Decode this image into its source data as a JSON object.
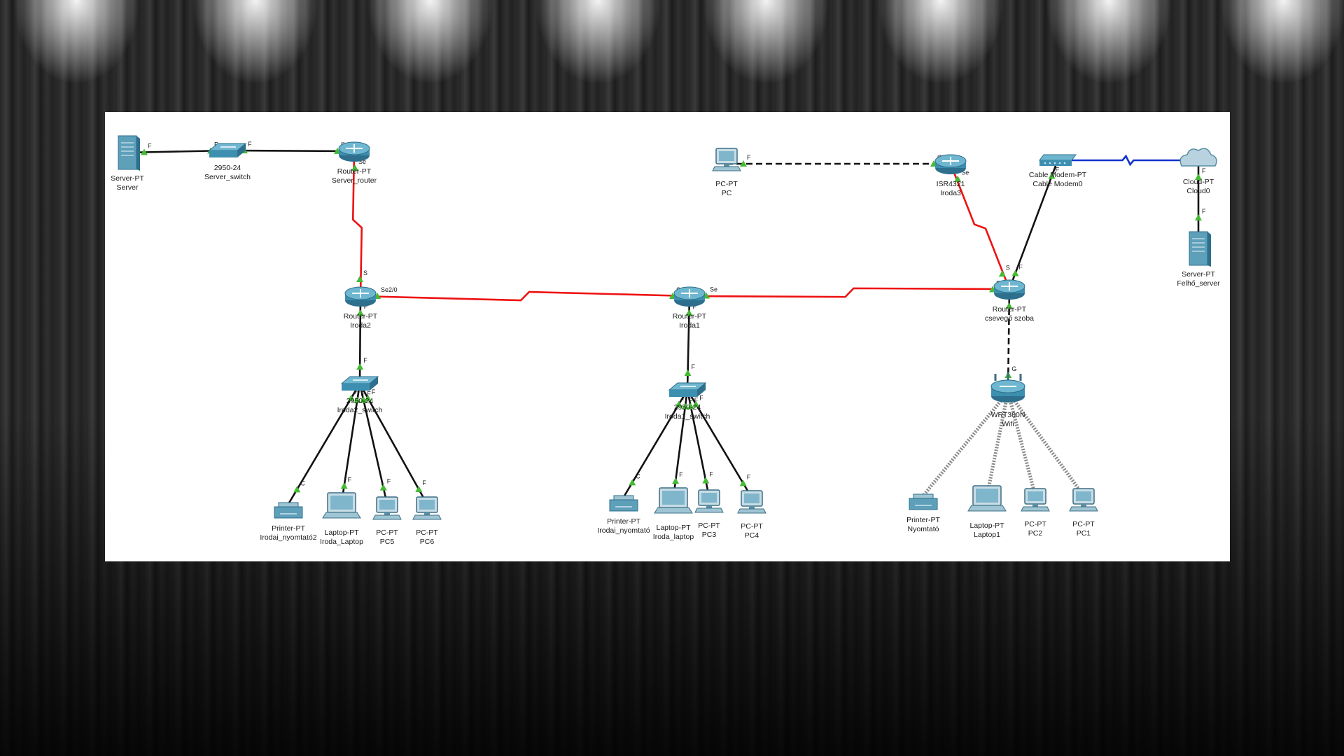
{
  "diagram": {
    "devices": [
      {
        "id": "server",
        "type": "server",
        "model": "Server-PT",
        "name": "Server"
      },
      {
        "id": "srvswitch",
        "type": "switch",
        "model": "2950-24",
        "name": "Server_switch"
      },
      {
        "id": "srvrouter",
        "type": "router",
        "model": "Router-PT",
        "name": "Server_router"
      },
      {
        "id": "pc",
        "type": "pc",
        "model": "PC-PT",
        "name": "PC"
      },
      {
        "id": "iroda3",
        "type": "router",
        "model": "ISR4321",
        "name": "Iroda3"
      },
      {
        "id": "cablemodem",
        "type": "modem",
        "model": "Cable Modem-PT",
        "name": "Cable Modem0"
      },
      {
        "id": "cloud",
        "type": "cloud",
        "model": "Cloud-PT",
        "name": "Cloud0"
      },
      {
        "id": "felhoserver",
        "type": "server",
        "model": "Server-PT",
        "name": "Felhő_server"
      },
      {
        "id": "iroda2",
        "type": "router",
        "model": "Router-PT",
        "name": "Iroda2"
      },
      {
        "id": "iroda1",
        "type": "router",
        "model": "Router-PT",
        "name": "Iroda1"
      },
      {
        "id": "cseveg",
        "type": "router",
        "model": "Router-PT",
        "name": "csevegő szoba"
      },
      {
        "id": "sw2",
        "type": "switch",
        "model": "2950-24",
        "name": "Iroda2_switch"
      },
      {
        "id": "sw1",
        "type": "switch",
        "model": "2950-24",
        "name": "Iroda1_switch"
      },
      {
        "id": "wifi",
        "type": "wifi",
        "model": "WRT300N",
        "name": "Wifi"
      },
      {
        "id": "printer2",
        "type": "printer",
        "model": "Printer-PT",
        "name": "Irodai_nyomtató2"
      },
      {
        "id": "laptop2",
        "type": "laptop",
        "model": "Laptop-PT",
        "name": "Iroda_Laptop"
      },
      {
        "id": "pc5",
        "type": "pc",
        "model": "PC-PT",
        "name": "PC5"
      },
      {
        "id": "pc6",
        "type": "pc",
        "model": "PC-PT",
        "name": "PC6"
      },
      {
        "id": "printer1",
        "type": "printer",
        "model": "Printer-PT",
        "name": "Irodai_nyomtató"
      },
      {
        "id": "laptop1",
        "type": "laptop",
        "model": "Laptop-PT",
        "name": "Iroda_laptop"
      },
      {
        "id": "pc3",
        "type": "pc",
        "model": "PC-PT",
        "name": "PC3"
      },
      {
        "id": "pc4",
        "type": "pc",
        "model": "PC-PT",
        "name": "PC4"
      },
      {
        "id": "nyomtato",
        "type": "printer",
        "model": "Printer-PT",
        "name": "Nyomtató"
      },
      {
        "id": "laptopw",
        "type": "laptop",
        "model": "Laptop-PT",
        "name": "Laptop1"
      },
      {
        "id": "pc2",
        "type": "pc",
        "model": "PC-PT",
        "name": "PC2"
      },
      {
        "id": "pc1",
        "type": "pc",
        "model": "PC-PT",
        "name": "PC1"
      }
    ],
    "links": [
      {
        "from": "server",
        "to": "srvswitch",
        "style": "ethernet",
        "end_labels": [
          "F",
          "F"
        ]
      },
      {
        "from": "srvswitch",
        "to": "srvrouter",
        "style": "ethernet",
        "end_labels": [
          "F",
          "F"
        ]
      },
      {
        "from": "srvrouter",
        "to": "iroda2",
        "style": "serial",
        "end_labels": [
          "Se",
          "S"
        ]
      },
      {
        "from": "iroda2",
        "to": "iroda1",
        "style": "serial",
        "end_labels": [
          "Se2/0",
          "Se2/0"
        ]
      },
      {
        "from": "iroda1",
        "to": "cseveg",
        "style": "serial",
        "end_labels": [
          "Se",
          "S"
        ]
      },
      {
        "from": "pc",
        "to": "iroda3",
        "style": "crossover",
        "end_labels": [
          "F",
          "G"
        ]
      },
      {
        "from": "iroda3",
        "to": "cseveg",
        "style": "serial",
        "end_labels": [
          "Se",
          "S"
        ]
      },
      {
        "from": "cseveg",
        "to": "cablemodem",
        "style": "ethernet",
        "end_labels": [
          "F",
          "F"
        ]
      },
      {
        "from": "cablemodem",
        "to": "cloud",
        "style": "coaxial",
        "end_labels": [
          "",
          ""
        ]
      },
      {
        "from": "cloud",
        "to": "felhoserver",
        "style": "ethernet",
        "end_labels": [
          "F",
          "F"
        ]
      },
      {
        "from": "iroda2",
        "to": "sw2",
        "style": "ethernet",
        "end_labels": [
          "F",
          "F"
        ]
      },
      {
        "from": "iroda1",
        "to": "sw1",
        "style": "ethernet",
        "end_labels": [
          "F",
          "F"
        ]
      },
      {
        "from": "cseveg",
        "to": "wifi",
        "style": "crossover",
        "end_labels": [
          "",
          "G"
        ]
      },
      {
        "from": "sw2",
        "to": "printer2",
        "style": "ethernet",
        "end_labels": [
          "F",
          "C"
        ]
      },
      {
        "from": "sw2",
        "to": "laptop2",
        "style": "ethernet",
        "end_labels": [
          "F",
          "F"
        ]
      },
      {
        "from": "sw2",
        "to": "pc5",
        "style": "ethernet",
        "end_labels": [
          "F",
          "F"
        ]
      },
      {
        "from": "sw2",
        "to": "pc6",
        "style": "ethernet",
        "end_labels": [
          "F",
          "F"
        ]
      },
      {
        "from": "sw1",
        "to": "printer1",
        "style": "ethernet",
        "end_labels": [
          "F",
          "C"
        ]
      },
      {
        "from": "sw1",
        "to": "laptop1",
        "style": "ethernet",
        "end_labels": [
          "F",
          "F"
        ]
      },
      {
        "from": "sw1",
        "to": "pc3",
        "style": "ethernet",
        "end_labels": [
          "F",
          "F"
        ]
      },
      {
        "from": "sw1",
        "to": "pc4",
        "style": "ethernet",
        "end_labels": [
          "F",
          "F"
        ]
      },
      {
        "from": "wifi",
        "to": "nyomtato",
        "style": "wireless",
        "end_labels": [
          "",
          ""
        ]
      },
      {
        "from": "wifi",
        "to": "laptopw",
        "style": "wireless",
        "end_labels": [
          "",
          ""
        ]
      },
      {
        "from": "wifi",
        "to": "pc2",
        "style": "wireless",
        "end_labels": [
          "",
          ""
        ]
      },
      {
        "from": "wifi",
        "to": "pc1",
        "style": "wireless",
        "end_labels": [
          "",
          ""
        ]
      }
    ]
  },
  "colors": {
    "ethernet": "#111111",
    "crossover": "#111111",
    "serial": "#ee1111",
    "coaxial": "#1133cc",
    "wireless": "#888888",
    "link_up": "#44bb33",
    "device": "#3d8fb0"
  }
}
